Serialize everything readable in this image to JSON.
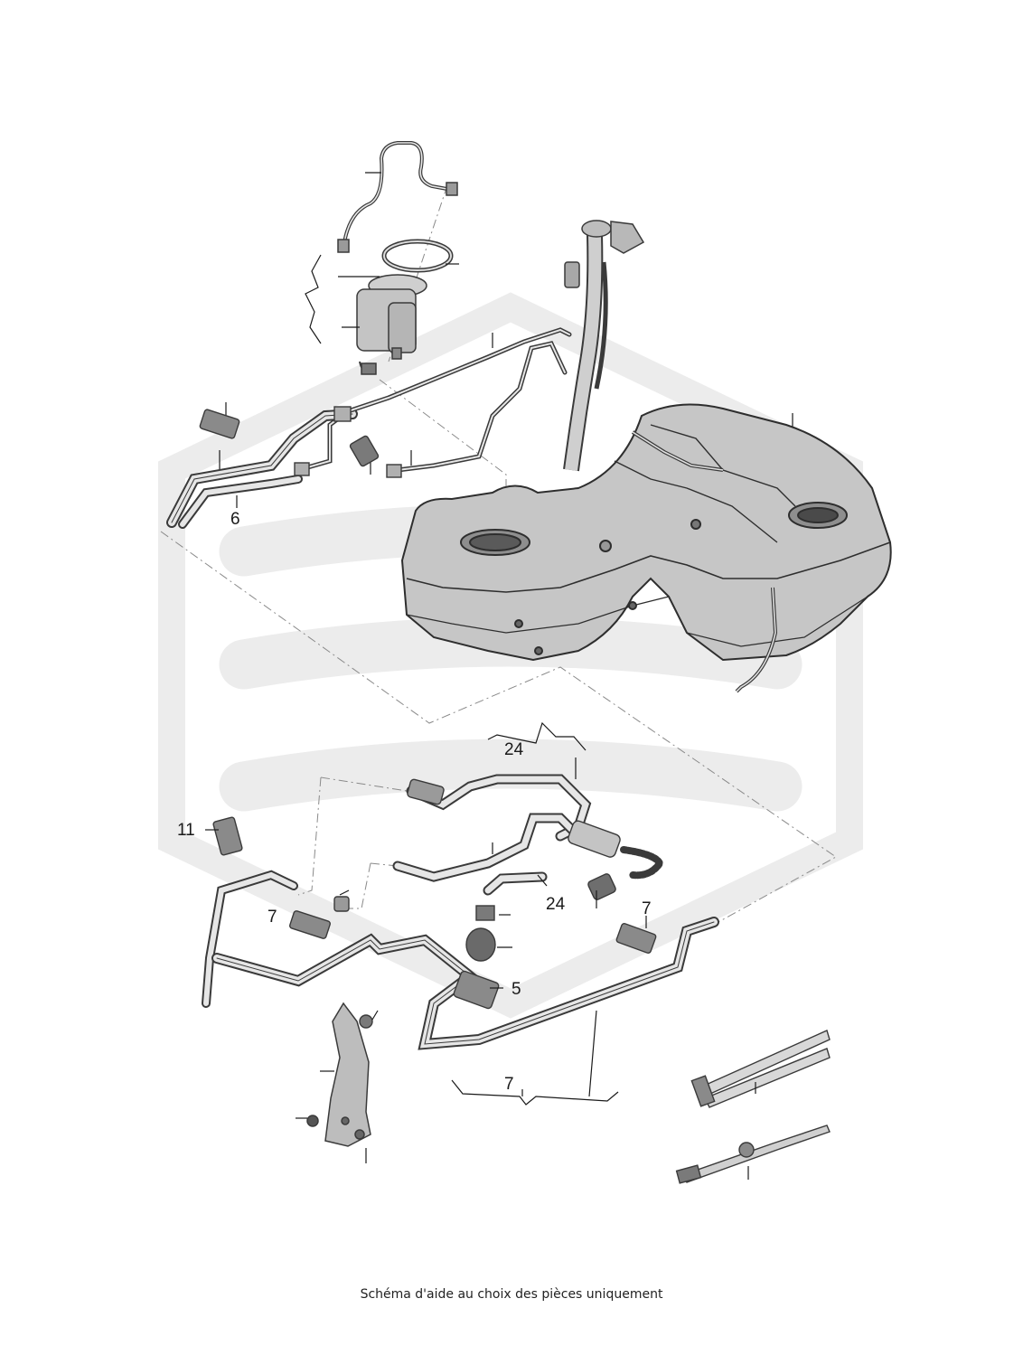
{
  "diagram": {
    "callouts": {
      "label_6": "6",
      "label_24_top": "24",
      "label_24_bottom": "24",
      "label_11": "11",
      "label_7_left": "7",
      "label_7_right": "7",
      "label_5": "5",
      "label_7_bottom": "7"
    },
    "watermark_color": "#ececec",
    "part_fill": "#c9c9c9",
    "part_stroke": "#3a3a3a"
  },
  "footer": {
    "text": "Schéma d'aide au choix des pièces uniquement"
  }
}
